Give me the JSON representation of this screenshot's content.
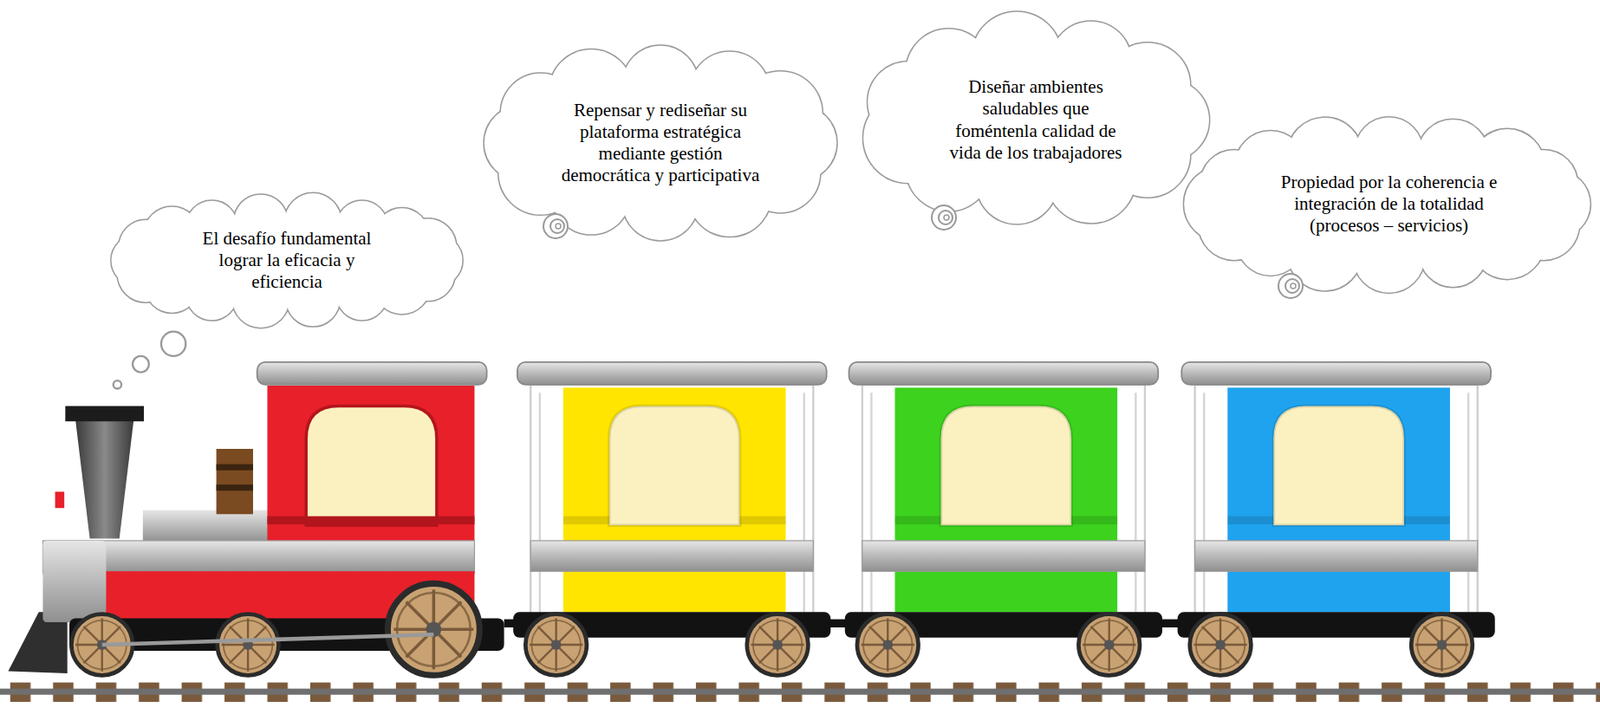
{
  "diagram": {
    "nodes": [
      {
        "text": [
          "El desafío fundamental lograr la eficacia y eficiencia"
        ]
      },
      {
        "text": [
          "Repensar y rediseñar su plataforma estratégica mediante gestión democrática y participativa"
        ]
      },
      {
        "text": [
          "Diseñar ambientes saludables que foméntenla calidad de vida de los trabajadores"
        ]
      },
      {
        "text": [
          "Propiedad por la coherencia e integración de la totalidad (procesos – servicios)"
        ]
      }
    ]
  }
}
